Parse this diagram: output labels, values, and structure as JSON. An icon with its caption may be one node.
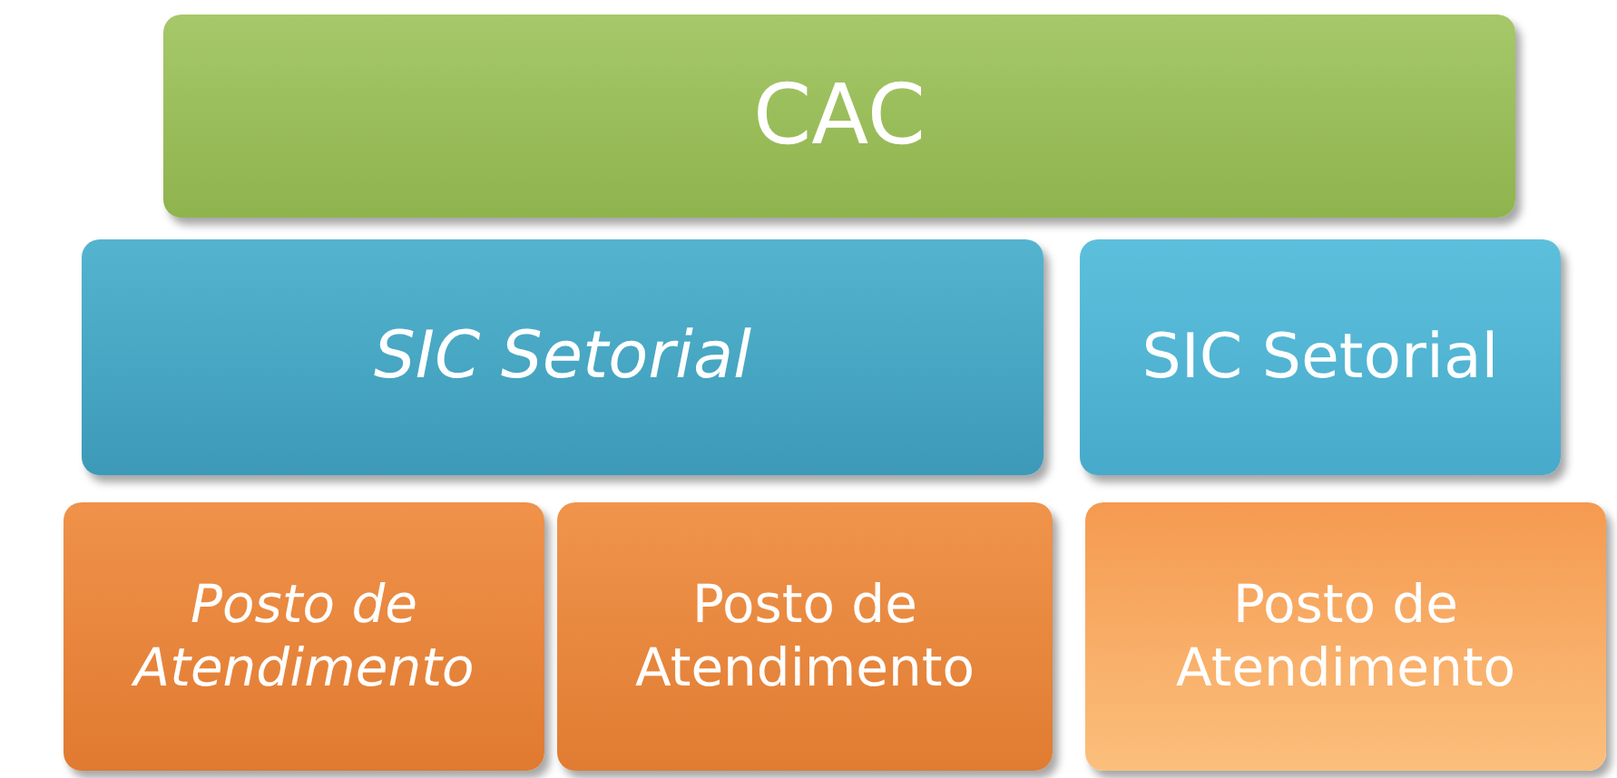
{
  "diagram": {
    "nodes": [
      {
        "text": [
          "CAC"
        ]
      },
      {
        "text": [
          "SIC Setorial"
        ]
      },
      {
        "text": [
          "SIC Setorial"
        ]
      },
      {
        "text": [
          "Posto de Atendimento"
        ]
      },
      {
        "text": [
          "Posto de Atendimento"
        ]
      },
      {
        "text": [
          "Posto de Atendimento"
        ]
      }
    ]
  }
}
